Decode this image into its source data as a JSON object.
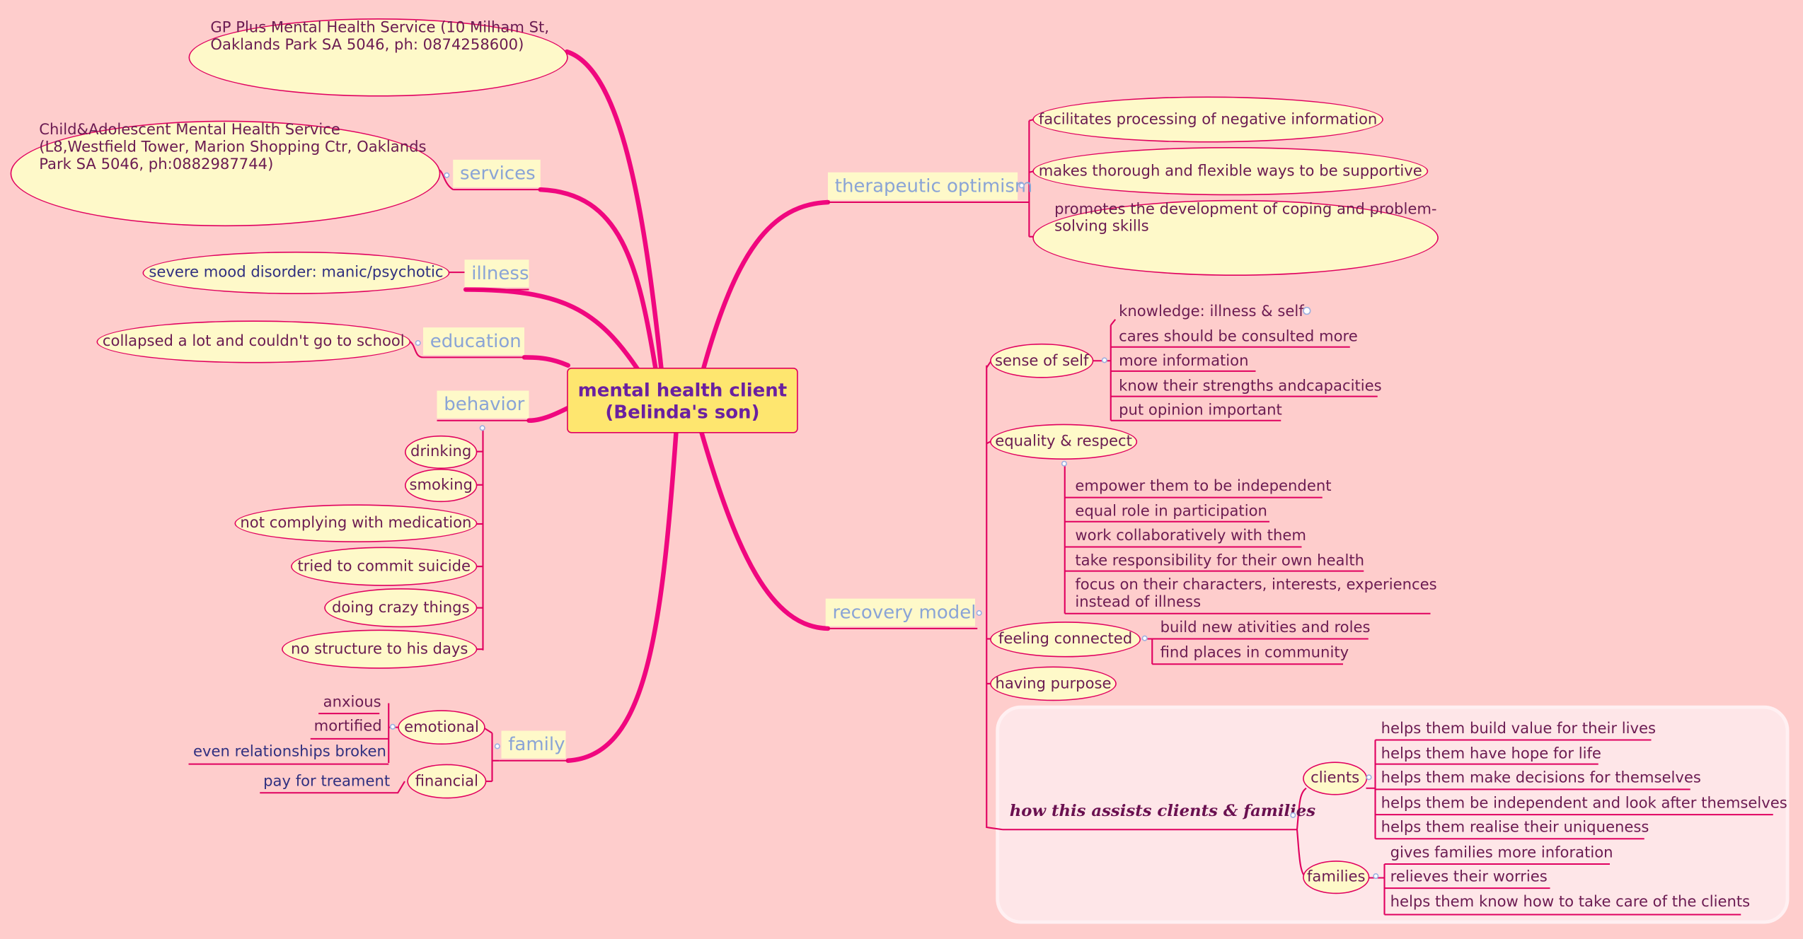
{
  "central": {
    "line1": "mental health client",
    "line2": "(Belinda's son)"
  },
  "services": {
    "label": "services",
    "gp_plus": {
      "line1": "GP Plus Mental Health Service (10 Milham St,",
      "line2": "Oaklands Park SA 5046, ph: 0874258600)"
    },
    "camhs": {
      "line1": "Child&Adolescent Mental Health Service",
      "line2": "(L8,Westfield Tower, Marion Shopping Ctr, Oaklands",
      "line3": "Park SA 5046, ph:0882987744)"
    }
  },
  "illness": {
    "label": "illness",
    "item": "severe mood disorder: manic/psychotic"
  },
  "education": {
    "label": "education",
    "item": "collapsed a lot and couldn't go to school"
  },
  "behavior": {
    "label": "behavior",
    "items": [
      "drinking",
      "smoking",
      "not complying with medication",
      "tried to commit suicide",
      "doing crazy things",
      "no structure to his days"
    ]
  },
  "family": {
    "label": "family",
    "emotional": {
      "label": "emotional",
      "items": [
        "anxious",
        "mortified",
        "even relationships broken"
      ]
    },
    "financial": {
      "label": "financial",
      "items": [
        "pay for treament"
      ]
    }
  },
  "therapeutic_optimism": {
    "label": "therapeutic optimism",
    "items": [
      "facilitates processing of negative information",
      "makes thorough and flexible ways to be supportive"
    ],
    "coping": {
      "line1": "promotes the development of coping and problem-",
      "line2": "solving skills"
    }
  },
  "recovery_model": {
    "label": "recovery model",
    "sense_of_self": {
      "label": "sense of self",
      "items": [
        "knowledge: illness & self",
        "cares should be consulted more",
        "more information",
        "know their strengths andcapacities",
        "put opinion important"
      ]
    },
    "equality": {
      "label": "equality & respect",
      "items": [
        "empower them to be independent",
        "equal role in participation",
        "work collaboratively with them",
        "take responsibility for their own health"
      ],
      "focus": {
        "line1": "focus on their characters, interests, experiences",
        "line2": "instead of illness"
      }
    },
    "feeling_connected": {
      "label": "feeling connected",
      "items": [
        "build new ativities and roles",
        "find places in community"
      ]
    },
    "having_purpose": {
      "label": "having purpose"
    },
    "how_assists": {
      "label": "how this assists clients & families",
      "clients": {
        "label": "clients",
        "items": [
          "helps them build value for their lives",
          "helps them have hope for life",
          "helps them make decisions for themselves",
          "helps them be independent and look after themselves",
          "helps them realise their uniqueness"
        ]
      },
      "families": {
        "label": "families",
        "items": [
          "gives families more inforation",
          "relieves their worries",
          "helps them know how to take care of the clients"
        ]
      }
    }
  },
  "colors": {
    "background": "#fecdcc",
    "branch": "#f0077f",
    "node_fill": "#fef9c9",
    "central_fill": "#fee66f",
    "text": "#6b1b52",
    "topic_text": "#8aa4d6"
  }
}
